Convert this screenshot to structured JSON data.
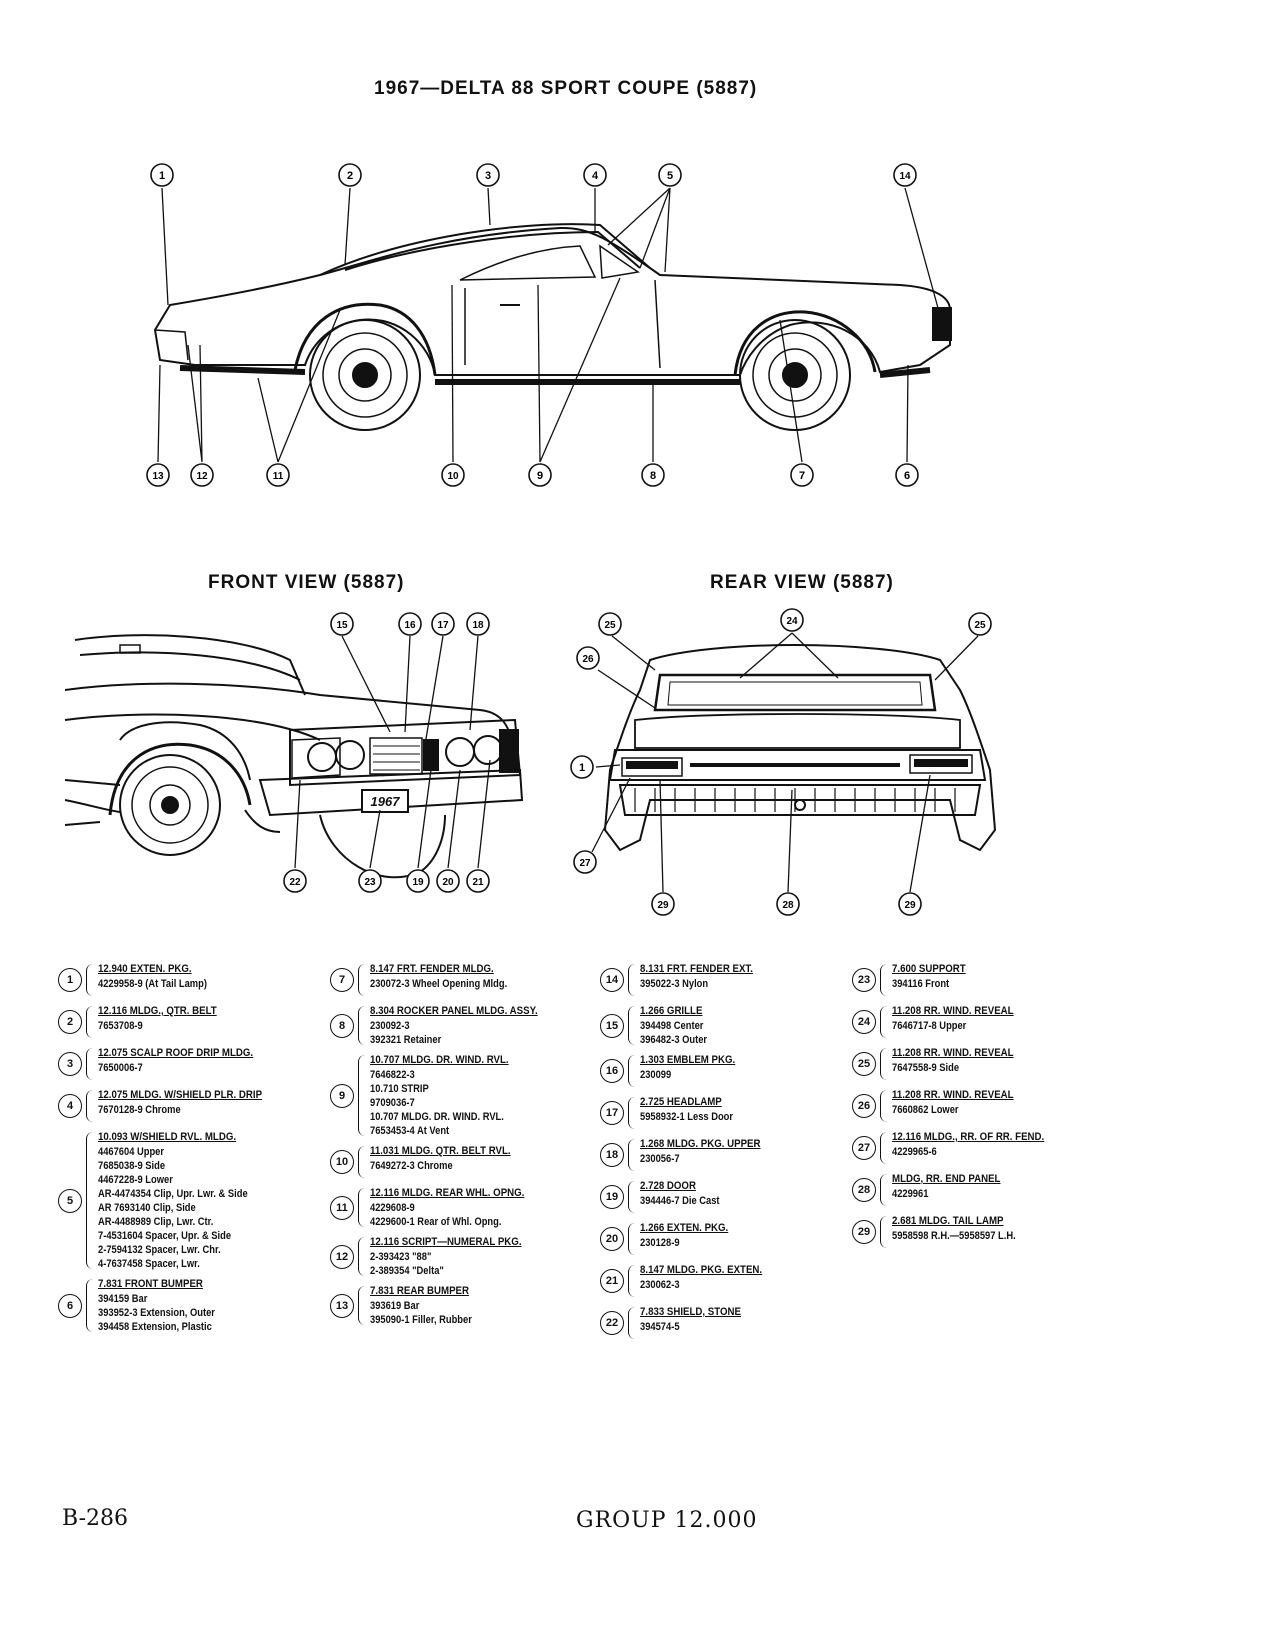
{
  "titles": {
    "main": "1967—DELTA 88 SPORT COUPE (5887)",
    "front": "FRONT VIEW (5887)",
    "rear": "REAR VIEW (5887)"
  },
  "callouts": {
    "side_top": [
      "1",
      "2",
      "3",
      "4",
      "5",
      "14"
    ],
    "side_bottom": [
      "13",
      "12",
      "11",
      "10",
      "9",
      "8",
      "7",
      "6"
    ],
    "front_top": [
      "15",
      "16",
      "17",
      "18"
    ],
    "front_bottom": [
      "22",
      "23",
      "19",
      "20",
      "21"
    ],
    "rear": [
      "25",
      "24",
      "25",
      "26",
      "1",
      "27",
      "29",
      "28",
      "29"
    ]
  },
  "plate_text": "1967",
  "legend": {
    "col1": [
      {
        "num": "1",
        "head": "12.940 EXTEN. PKG.",
        "lines": [
          "4229958-9 (At Tail Lamp)"
        ]
      },
      {
        "num": "2",
        "head": "12.116 MLDG., QTR. BELT",
        "lines": [
          "7653708-9"
        ]
      },
      {
        "num": "3",
        "head": "12.075 SCALP ROOF DRIP MLDG.",
        "lines": [
          "7650006-7"
        ]
      },
      {
        "num": "4",
        "head": "12.075 MLDG. W/SHIELD PLR. DRIP",
        "lines": [
          "7670128-9 Chrome"
        ]
      },
      {
        "num": "5",
        "head": "10.093 W/SHIELD RVL. MLDG.",
        "lines": [
          "4467604 Upper",
          "7685038-9 Side",
          "4467228-9 Lower",
          "AR-4474354 Clip, Upr. Lwr. & Side",
          "AR 7693140 Clip, Side",
          "AR-4488989 Clip, Lwr. Ctr.",
          "7-4531604 Spacer, Upr. & Side",
          "2-7594132 Spacer, Lwr. Chr.",
          "4-7637458 Spacer, Lwr."
        ]
      },
      {
        "num": "6",
        "head": "7.831 FRONT BUMPER",
        "lines": [
          "394159 Bar",
          "393952-3 Extension, Outer",
          "394458 Extension, Plastic"
        ]
      }
    ],
    "col2": [
      {
        "num": "7",
        "head": "8.147 FRT. FENDER MLDG.",
        "lines": [
          "230072-3 Wheel Opening Mldg."
        ]
      },
      {
        "num": "8",
        "head": "8.304 ROCKER PANEL MLDG. ASSY.",
        "lines": [
          "230092-3",
          "392321 Retainer"
        ]
      },
      {
        "num": "9",
        "head": "10.707 MLDG. DR. WIND. RVL.",
        "lines": [
          "7646822-3",
          "10.710 STRIP",
          "9709036-7",
          "10.707 MLDG. DR. WIND. RVL.",
          "7653453-4 At Vent"
        ]
      },
      {
        "num": "10",
        "head": "11.031 MLDG. QTR. BELT RVL.",
        "lines": [
          "7649272-3 Chrome"
        ]
      },
      {
        "num": "11",
        "head": "12.116 MLDG. REAR WHL. OPNG.",
        "lines": [
          "4229608-9",
          "4229600-1 Rear of Whl. Opng."
        ]
      },
      {
        "num": "12",
        "head": "12.116 SCRIPT—NUMERAL PKG.",
        "lines": [
          "2-393423 \"88\"",
          "2-389354 \"Delta\""
        ]
      },
      {
        "num": "13",
        "head": "7.831 REAR BUMPER",
        "lines": [
          "393619 Bar",
          "395090-1 Filler, Rubber"
        ]
      }
    ],
    "col3": [
      {
        "num": "14",
        "head": "8.131 FRT. FENDER EXT.",
        "lines": [
          "395022-3 Nylon"
        ]
      },
      {
        "num": "15",
        "head": "1.266 GRILLE",
        "lines": [
          "394498 Center",
          "396482-3 Outer"
        ]
      },
      {
        "num": "16",
        "head": "1.303 EMBLEM PKG.",
        "lines": [
          "230099"
        ]
      },
      {
        "num": "17",
        "head": "2.725 HEADLAMP",
        "lines": [
          "5958932-1 Less Door"
        ]
      },
      {
        "num": "18",
        "head": "1.268 MLDG. PKG. UPPER",
        "lines": [
          "230056-7"
        ]
      },
      {
        "num": "19",
        "head": "2.728 DOOR",
        "lines": [
          "394446-7 Die Cast"
        ]
      },
      {
        "num": "20",
        "head": "1.266 EXTEN. PKG.",
        "lines": [
          "230128-9"
        ]
      },
      {
        "num": "21",
        "head": "8.147 MLDG. PKG. EXTEN.",
        "lines": [
          "230062-3"
        ]
      },
      {
        "num": "22",
        "head": "7.833 SHIELD, STONE",
        "lines": [
          "394574-5"
        ]
      }
    ],
    "col4": [
      {
        "num": "23",
        "head": "7.600 SUPPORT",
        "lines": [
          "394116 Front"
        ]
      },
      {
        "num": "24",
        "head": "11.208 RR. WIND. REVEAL",
        "lines": [
          "7646717-8 Upper"
        ]
      },
      {
        "num": "25",
        "head": "11.208 RR. WIND. REVEAL",
        "lines": [
          "7647558-9 Side"
        ]
      },
      {
        "num": "26",
        "head": "11.208 RR. WIND. REVEAL",
        "lines": [
          "7660862 Lower"
        ]
      },
      {
        "num": "27",
        "head": "12.116 MLDG., RR. OF RR. FEND.",
        "lines": [
          "4229965-6"
        ]
      },
      {
        "num": "28",
        "head": "MLDG, RR. END PANEL",
        "lines": [
          "4229961"
        ]
      },
      {
        "num": "29",
        "head": "2.681 MLDG. TAIL LAMP",
        "lines": [
          "5958598 R.H.—5958597 L.H."
        ]
      }
    ]
  },
  "footer": {
    "page_number": "B-286",
    "group": "GROUP 12.000"
  }
}
